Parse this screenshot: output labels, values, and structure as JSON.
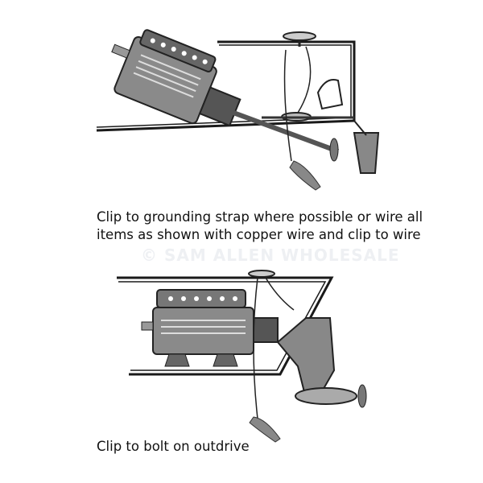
{
  "captions": {
    "top_line1": "Clip to grounding strap where possible or wire all",
    "top_line2": "items as shown with copper wire and clip to wire",
    "bottom": "Clip to bolt on outdrive"
  },
  "watermark": "© SAM ALLEN WHOLESALE",
  "colors": {
    "engine_dark": "#555555",
    "engine_mid": "#8a8a8a",
    "line": "#1a1a1a"
  }
}
